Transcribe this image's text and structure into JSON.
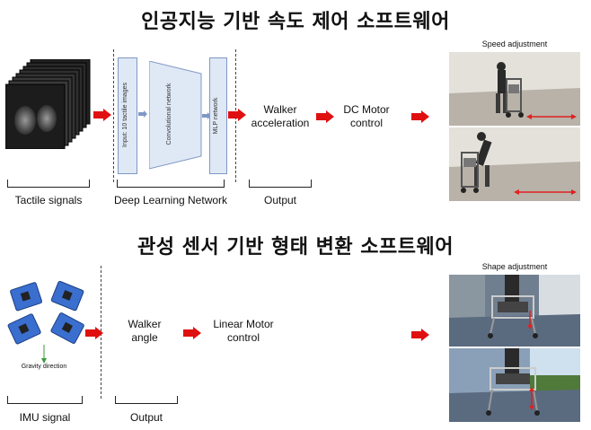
{
  "section1": {
    "title": "인공지능 기반 속도 제어 소프트웨어",
    "nn_labels": {
      "input": "Input: 10 tactile images",
      "conv": "Convolutional network",
      "mlp": "MLP network"
    },
    "walker_acceleration": "Walker\nacceleration",
    "dc_motor": "DC Motor\ncontrol",
    "photo_caption": "Speed adjustment",
    "brackets": {
      "tactile": "Tactile signals",
      "deep": "Deep Learning Network",
      "output": "Output"
    }
  },
  "section2": {
    "title": "관성 센서 기반 형태 변환 소프트웨어",
    "gravity": "Gravity direction",
    "walker_angle": "Walker\nangle",
    "linear_motor": "Linear Motor\ncontrol",
    "photo_caption": "Shape adjustment",
    "brackets": {
      "imu": "IMU signal",
      "output": "Output"
    }
  },
  "colors": {
    "arrow_red": "#e01010",
    "layer_fill": "#dfe8f5",
    "layer_stroke": "#7f98c4",
    "double_arrow": "#e02020",
    "imu_board": "#3a6fd0"
  }
}
